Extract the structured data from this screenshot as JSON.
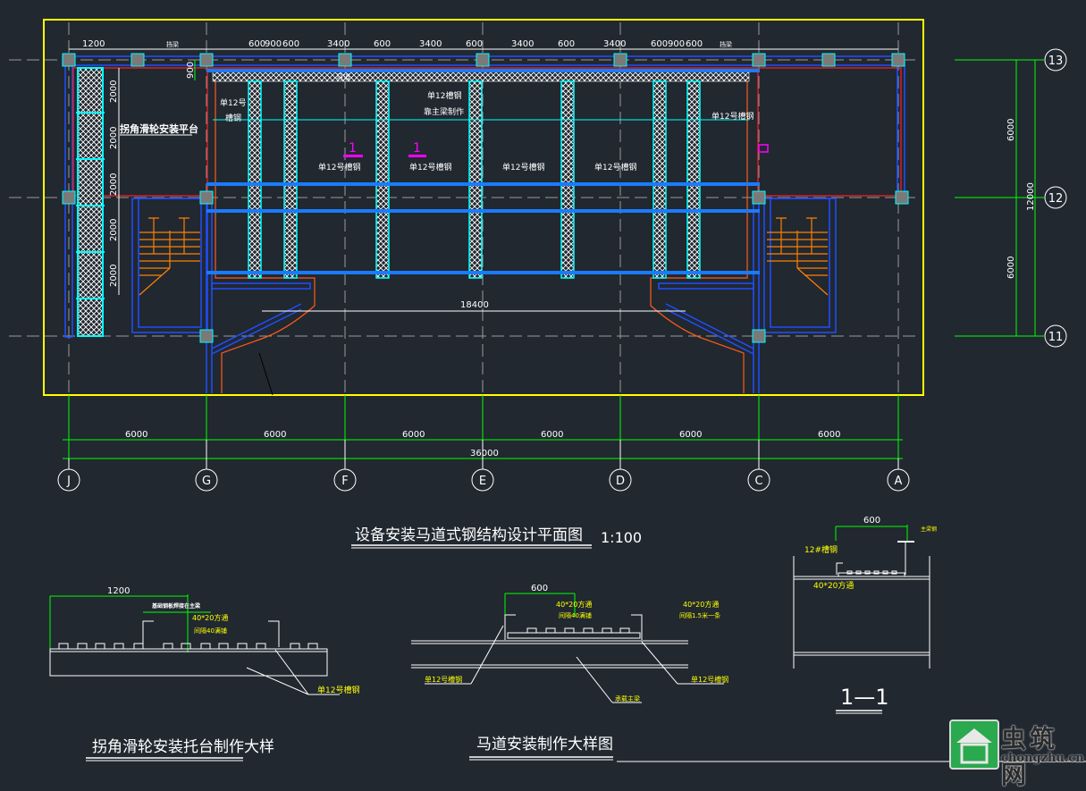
{
  "drawing": {
    "plan_title": "设备安装马道式钢结构设计平面图",
    "plan_scale": "1:100",
    "platform_label": "拐角滑轮安装平台",
    "detail1_title": "拐角滑轮安装托台制作大样",
    "detail2_title": "马道安装制作大样图",
    "section_title": "1—1"
  },
  "grid": {
    "columns": [
      "J",
      "G",
      "F",
      "E",
      "D",
      "C",
      "A"
    ],
    "rows": [
      "13",
      "12",
      "11"
    ],
    "bottom_dims": [
      "6000",
      "6000",
      "6000",
      "6000",
      "6000",
      "6000"
    ],
    "total_dim": "36000",
    "right_dims": [
      "6000",
      "6000"
    ],
    "right_total": "12000"
  },
  "top_dims": [
    "1200",
    "挡梁",
    "600",
    "900",
    "600",
    "3400",
    "600",
    "3400",
    "600",
    "3400",
    "600",
    "3400",
    "600",
    "900",
    "600",
    "挡梁"
  ],
  "left_dims": [
    "2000",
    "2000",
    "2000",
    "2000",
    "2000"
  ],
  "dim_900": "900",
  "dim_18400": "18400",
  "labels": {
    "ch12": "单12号",
    "ch12b": "槽钢",
    "ch12_full": "单12号槽钢",
    "ch12_main": "单12槽钢",
    "main_beam_note": "靠主梁制作",
    "madao": "马道",
    "section_mark": "1"
  },
  "detail1": {
    "dim": "1200",
    "note_top": "基础钢板焊接在主梁",
    "note_a": "40*20方通",
    "note_b": "间隔40满铺",
    "note_c": "单12号槽钢"
  },
  "detail2": {
    "dim": "600",
    "note_a": "40*20方通",
    "note_b": "间隔40满铺",
    "note_c": "40*20方通",
    "note_d": "间隔1.5米一条",
    "note_left": "单12号槽钢",
    "note_right": "单12号槽钢",
    "note_main": "承载主梁"
  },
  "section": {
    "dim": "600",
    "note_left": "12#槽钢",
    "note_right": "主梁钢",
    "note_bottom": "40*20方通"
  },
  "watermark": {
    "cn": "虫筑网",
    "en": "chongzhu.cn"
  },
  "colors": {
    "background": "#212830",
    "frame": "#ffff00",
    "dim_green": "#00ff00",
    "cyan": "#00ffff",
    "blue": "#0070ff",
    "red": "#ff2020",
    "orange": "#ff8000",
    "magenta": "#ff00ff"
  }
}
